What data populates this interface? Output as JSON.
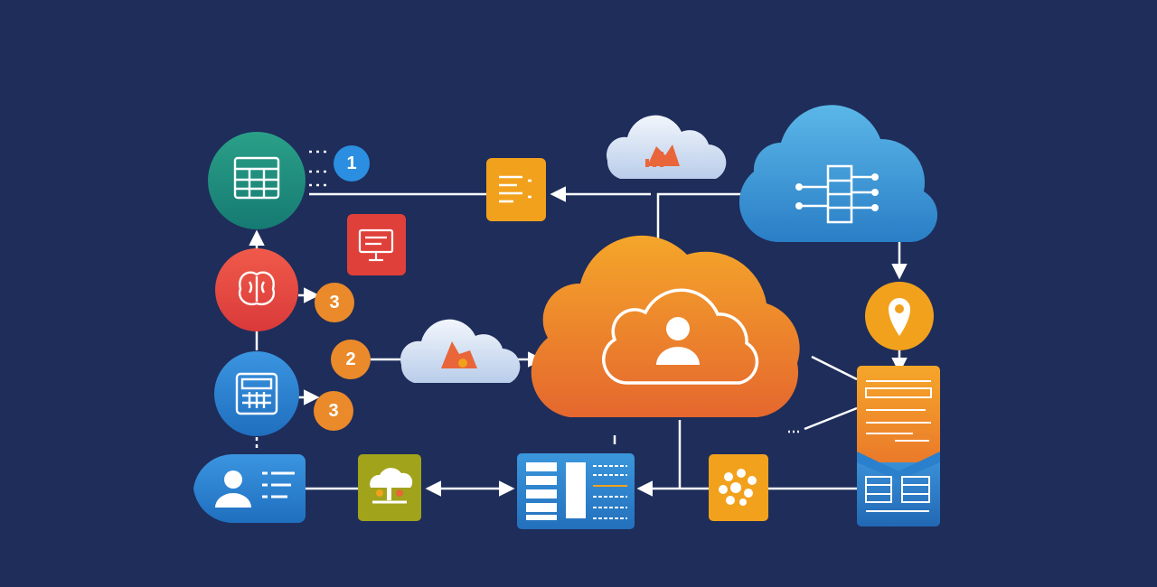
{
  "colors": {
    "background": "#1e2d5a",
    "connector": "#ffffff",
    "teal": "#1f8f7e",
    "red": "#e84a3f",
    "blue": "#2b7fd0",
    "orange": "#f2a11d",
    "dark_orange": "#ea7a2a",
    "olive": "#9aa019",
    "light_cloud": "#dfe9f7",
    "sky_cloud": "#4aa3dc"
  },
  "badges": {
    "b1": "1",
    "b2": "2",
    "b3a": "3",
    "b3b": "3"
  },
  "icons": {
    "teal_node": "spreadsheet-icon",
    "red_node": "brain-icon",
    "blue_node": "calculator-icon",
    "user_card": "user-profile-icon",
    "orange_doc": "document-list-icon",
    "red_monitor": "monitor-icon",
    "small_cloud_top": "chart-cloud-icon",
    "small_cloud_mid": "chart-cloud-icon",
    "blue_cloud": "server-network-icon",
    "orange_cloud": "user-cloud-icon",
    "location_pin": "location-pin-icon",
    "tall_document": "report-document-icon",
    "olive_tile": "tree-cloud-icon",
    "data_panel": "data-table-icon",
    "orange_tile": "network-nodes-icon"
  }
}
